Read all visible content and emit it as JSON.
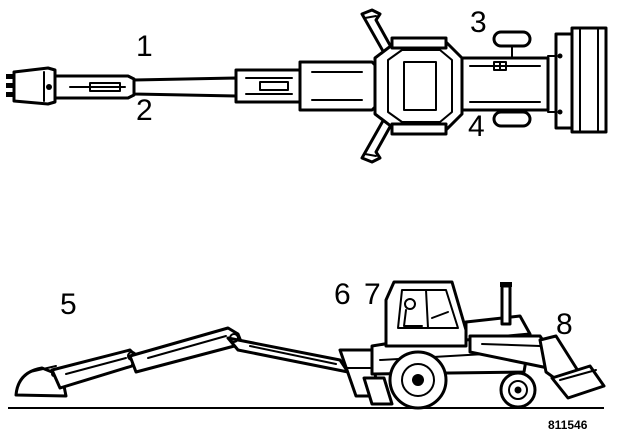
{
  "callouts": {
    "c1": "1",
    "c2": "2",
    "c3": "3",
    "c4": "4",
    "c5": "5",
    "c6": "6",
    "c7": "7",
    "c8": "8"
  },
  "figure_number": "811546"
}
